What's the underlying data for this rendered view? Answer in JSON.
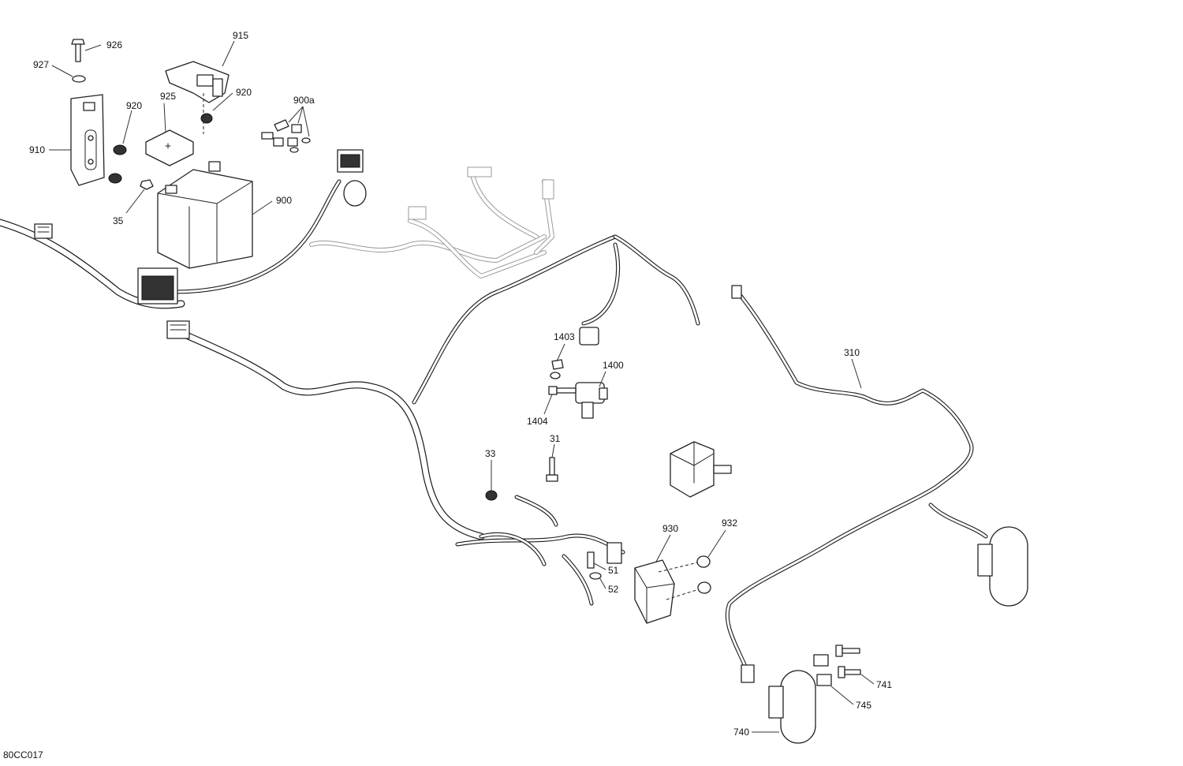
{
  "diagram": {
    "callouts": {
      "c926": "926",
      "c927": "927",
      "c915": "915",
      "c920a": "920",
      "c920b": "920",
      "c925": "925",
      "c900a": "900a",
      "c910": "910",
      "c35": "35",
      "c900": "900",
      "c1403": "1403",
      "c1400": "1400",
      "c1404": "1404",
      "c310": "310",
      "c31": "31",
      "c33": "33",
      "c930": "930",
      "c932": "932",
      "c51": "51",
      "c52": "52",
      "c741": "741",
      "c745": "745",
      "c740": "740"
    },
    "footer_code": "80CC017"
  }
}
